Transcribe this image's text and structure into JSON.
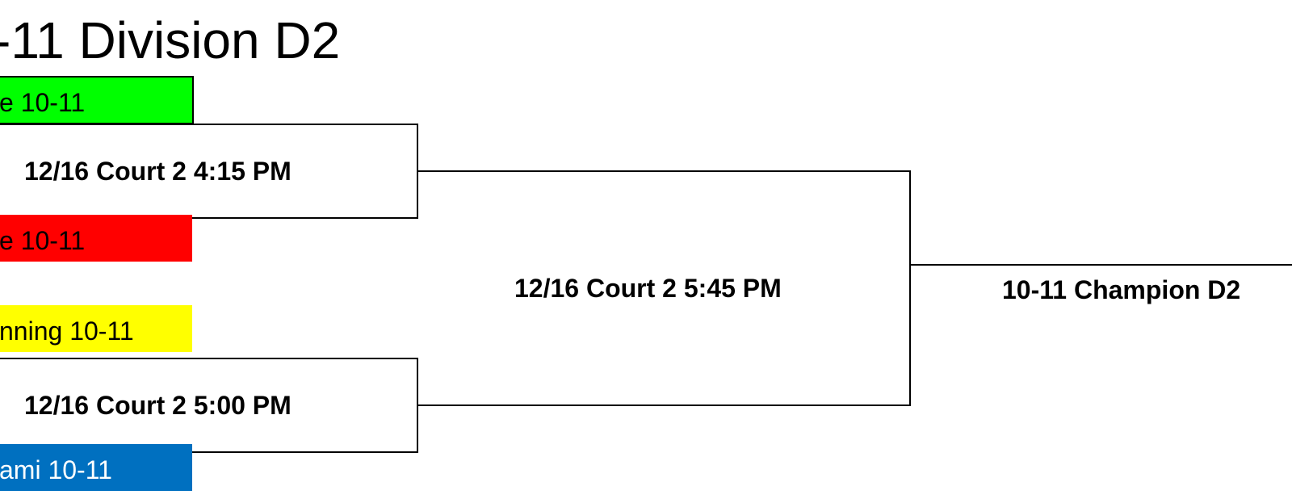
{
  "title": "-11 Division D2",
  "teams": [
    {
      "label": "e 10-11",
      "color": "#00ff00"
    },
    {
      "label": "e 10-11",
      "color": "#ff0000"
    },
    {
      "label": "nning 10-11",
      "color": "#ffff00"
    },
    {
      "label": "ami 10-11",
      "color": "#0070c0"
    }
  ],
  "games": [
    {
      "label": "12/16 Court 2 4:15 PM"
    },
    {
      "label": "12/16 Court 2 5:00 PM"
    },
    {
      "label": "12/16 Court 2 5:45 PM"
    }
  ],
  "champion": {
    "label": "10-11 Champion D2"
  }
}
